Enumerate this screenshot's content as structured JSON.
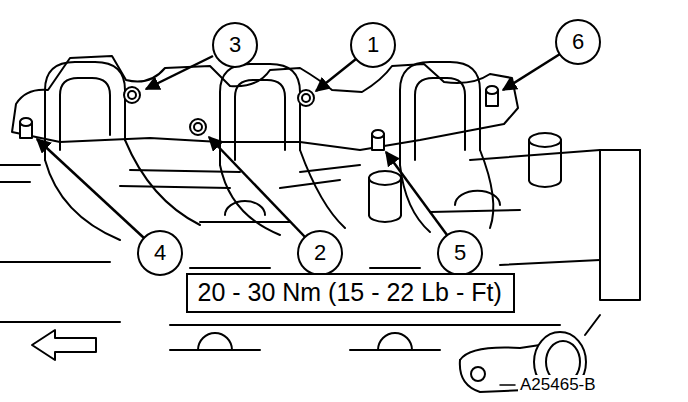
{
  "diagram": {
    "nodes": [
      {
        "text": [
          "3"
        ]
      },
      {
        "text": [
          "1"
        ]
      },
      {
        "text": [
          "6"
        ]
      },
      {
        "text": [
          "4"
        ]
      },
      {
        "text": [
          "2"
        ]
      },
      {
        "text": [
          "5"
        ]
      },
      {
        "text": [
          "20 - 30 Nm (15 - 22 Lb - Ft)"
        ]
      }
    ],
    "labels": [
      "A25465-B"
    ]
  }
}
